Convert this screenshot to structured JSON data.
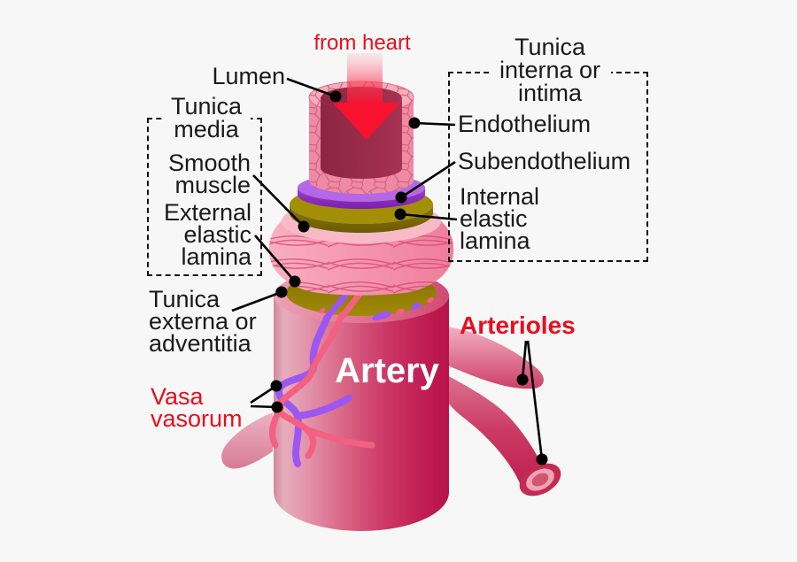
{
  "diagram": {
    "background": "#f7f7f7",
    "flow_arrow": {
      "label": "from heart",
      "color": "#e90d1e"
    },
    "vessel": {
      "label": "Artery",
      "label_color": "#ffffff"
    },
    "groups": {
      "tunica_interna": {
        "title": "Tunica interna or intima"
      },
      "tunica_media": {
        "title": "Tunica media"
      }
    },
    "callouts": {
      "lumen": "Lumen",
      "endothelium": "Endothelium",
      "subendothelium": "Subendothelium",
      "internal_elastic_lamina": "Internal elastic lamina",
      "smooth_muscle": "Smooth muscle",
      "external_elastic_lamina": "External elastic lamina",
      "tunica_externa": "Tunica externa or adventitia",
      "vasa_vasorum": "Vasa vasorum",
      "arterioles": "Arterioles"
    },
    "colors": {
      "red_text": "#e90d1e",
      "black_text": "#1a1a1a",
      "artery_pink": "#d86283",
      "artery_deep_crimson": "#b8124a",
      "lumen_dark_red": "#8d2642",
      "endothelium_pink": "#ef8aa4",
      "subendothelium_purple": "#9a3fd3",
      "elastic_lamina_olive": "#8f7c04",
      "smooth_muscle_pink": "#f492ad",
      "vasa_vasorum_purple": "#9b57f2",
      "vasa_vasorum_pink": "#f4607f",
      "arrow_red": "#f8122d"
    }
  }
}
